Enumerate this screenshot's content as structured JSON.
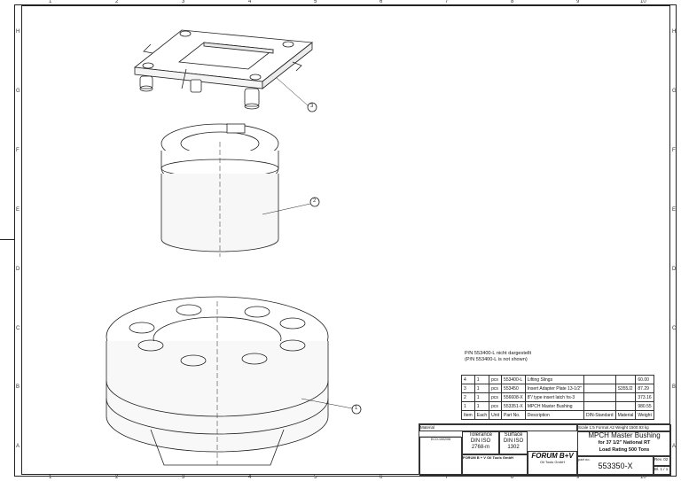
{
  "border_zones": {
    "columns": [
      "1",
      "2",
      "3",
      "4",
      "5",
      "6",
      "7",
      "8",
      "9",
      "10"
    ],
    "rows": [
      "H",
      "G",
      "F",
      "E",
      "D",
      "C",
      "B",
      "A"
    ]
  },
  "callouts": [
    "1",
    "2",
    "3"
  ],
  "note": {
    "line1": "P/N 553400-L nicht dargestellt",
    "line2": "(P/N 553400-L is not shown)"
  },
  "bom": {
    "rows": [
      [
        "4",
        "1",
        "pcs",
        "553400-L",
        "Lifting Slings",
        "",
        "",
        "60.00"
      ],
      [
        "3",
        "1",
        "pcs",
        "553450",
        "Insert Adapter Plate 13-1/2\"",
        "",
        "S355J2",
        "87.29"
      ],
      [
        "2",
        "1",
        "pcs",
        "556608-X",
        "8\"/ type insert latch hs-3",
        "",
        "",
        "373.16"
      ],
      [
        "1",
        "1",
        "pcs",
        "553351-X",
        "MPCH Master Bushing",
        "",
        "",
        "980.55"
      ]
    ],
    "header": [
      "Item",
      "Each",
      "Unit",
      "Part No.",
      "Description",
      "DIN-Standard",
      "Material",
      "Weight"
    ]
  },
  "title_block": {
    "material_label": "Material",
    "scale_label": "Scale",
    "scale_value": "1:5",
    "format_label": "Format",
    "format_value": "A2",
    "weight_label": "Weight",
    "weight_value": "1500.93 kg",
    "tolerance_label": "Tolerance",
    "tolerance_std": "DIN ISO",
    "tolerance_val": "2768-m",
    "surface_label": "Surface",
    "surface_std": "DIN ISO",
    "surface_val": "1302",
    "eco": "ECO-1002/08",
    "company": "FORUM B + V Oil Tools GmbH",
    "logo": "FORUM B+V",
    "logo_sub": "Oil Tools GmbH",
    "title1": "MPCH Master Bushing",
    "title2": "for 37 1/2\" National RT",
    "title3": "Load Rating 500 Tons",
    "part_no_label": "part no.",
    "part_no": "553350-X",
    "rev_label": "Rev.",
    "rev": "02",
    "sheet_label": "Bl.",
    "sheet": "1 / 1"
  }
}
